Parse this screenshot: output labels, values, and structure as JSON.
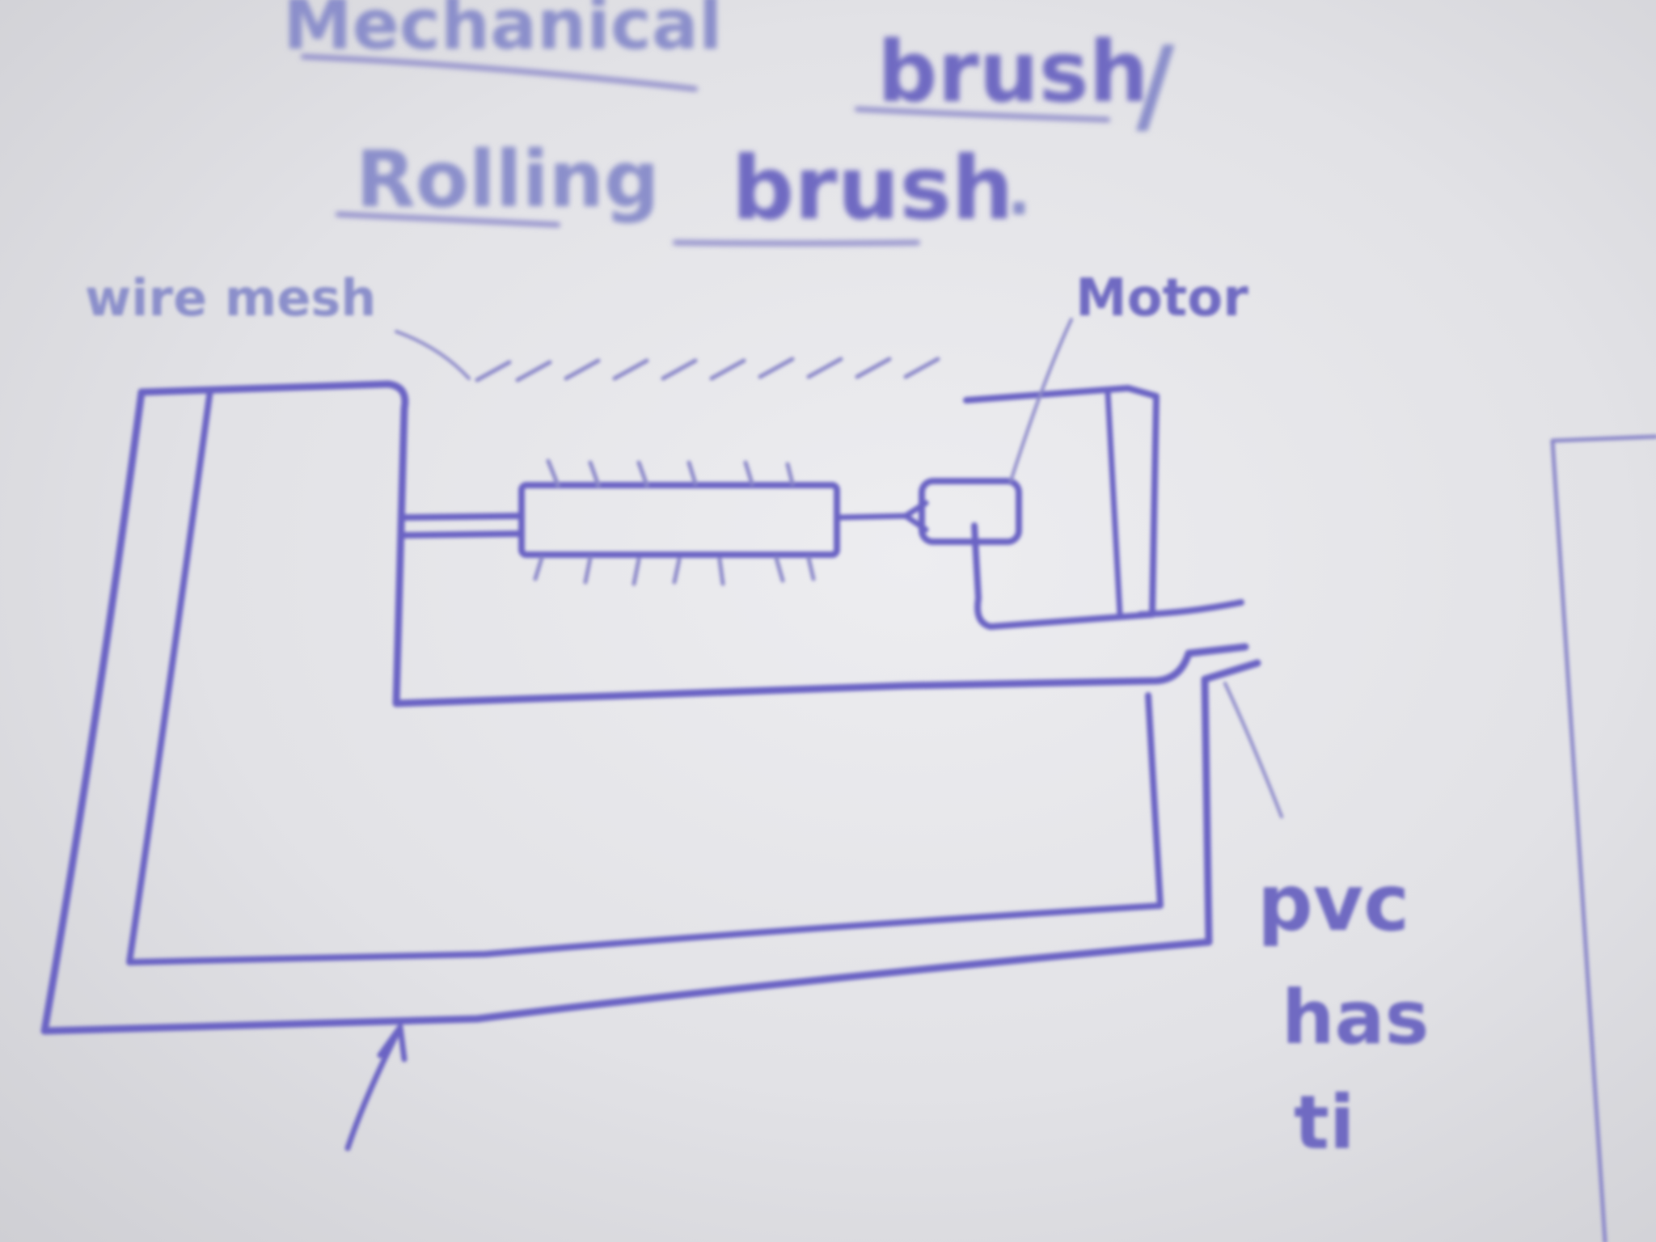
{
  "title": {
    "word1": "Mechanical",
    "word2": "brush",
    "slash": "/",
    "word3": "Rolling",
    "word4": "brush",
    "dot": "."
  },
  "labels": {
    "top_left": "wire mesh",
    "motor": "Motor",
    "side": [
      "pvc",
      "has",
      "ti"
    ]
  },
  "colors": {
    "ink": "#6b63c4",
    "ink_faint": "#8b8fcb",
    "paper": "#e6e6ea"
  }
}
